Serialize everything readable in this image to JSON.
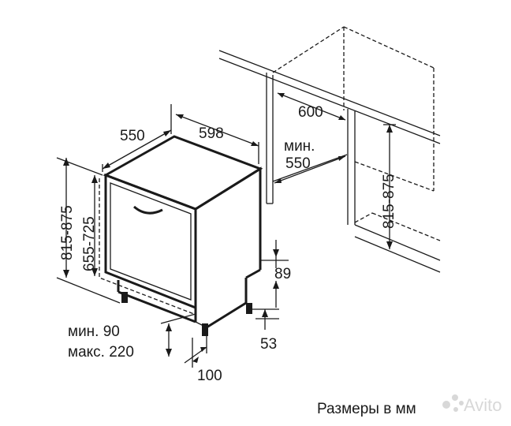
{
  "dimensions": {
    "depth": "550",
    "width": "598",
    "niche_width": "600",
    "niche_depth_line1": "мин.",
    "niche_depth_line2": "550",
    "niche_height": "815-875",
    "total_height": "815-875",
    "door_height": "655-725",
    "plinth_top": "89",
    "plinth_feet": "53",
    "plinth_min": "мин. 90",
    "plinth_max": "макс. 220",
    "plinth_depth": "100"
  },
  "caption": "Размеры в мм",
  "watermark": "Avito",
  "colors": {
    "line": "#1a1a1a",
    "watermark": "#d4d4d4"
  }
}
